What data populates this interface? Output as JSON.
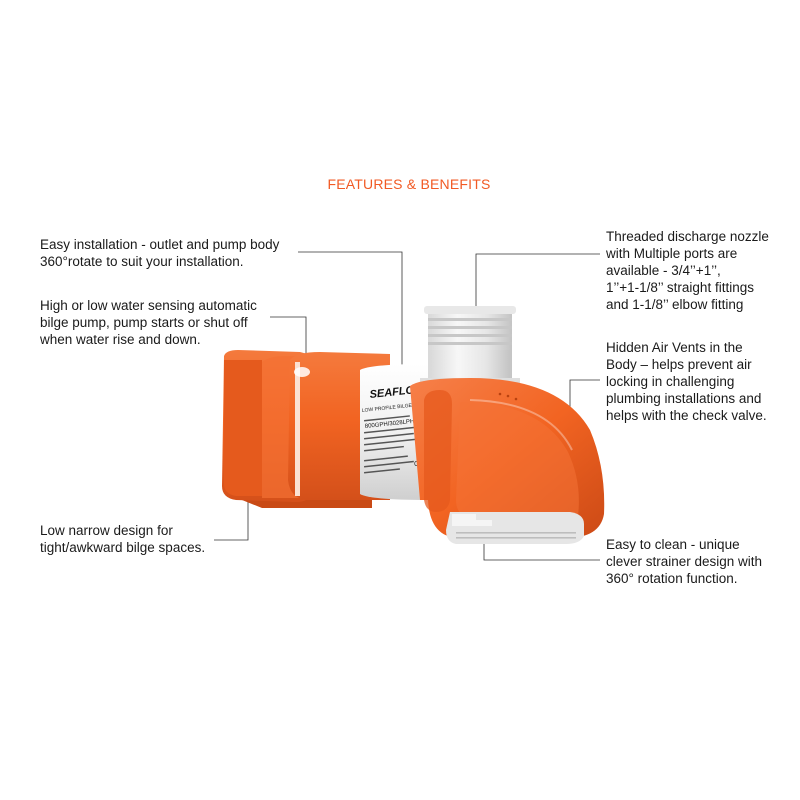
{
  "header": {
    "title": "FEATURES & BENEFITS"
  },
  "callouts": {
    "install": "Easy installation - outlet and pump body\n360°rotate to suit your installation.",
    "sensing": "High or low water sensing automatic\nbilge pump, pump starts or shut off\nwhen water rise and down.",
    "narrow": "Low narrow design for\ntight/awkward bilge spaces.",
    "nozzle": "Threaded discharge nozzle\nwith Multiple ports are\navailable - 3/4’’+1’’,\n1’’+1-1/8’’ straight fittings\nand 1-1/8’’ elbow fitting",
    "vents": "Hidden Air Vents in the\nBody – helps prevent air\nlocking in challenging\nplumbing installations and\nhelps with the check valve.",
    "clean": "Easy to clean - unique\nclever strainer design with\n360° rotation function."
  },
  "product": {
    "brand": "SEAFLO",
    "subtitle": "LOW PROFILE BILGE PUMP",
    "rating": "800GPH/3028LPH",
    "ce_mark": "CE",
    "colors": {
      "body_orange": "#f26422",
      "cap_white": "#f2f2f2",
      "accent_title": "#f15a24"
    }
  }
}
